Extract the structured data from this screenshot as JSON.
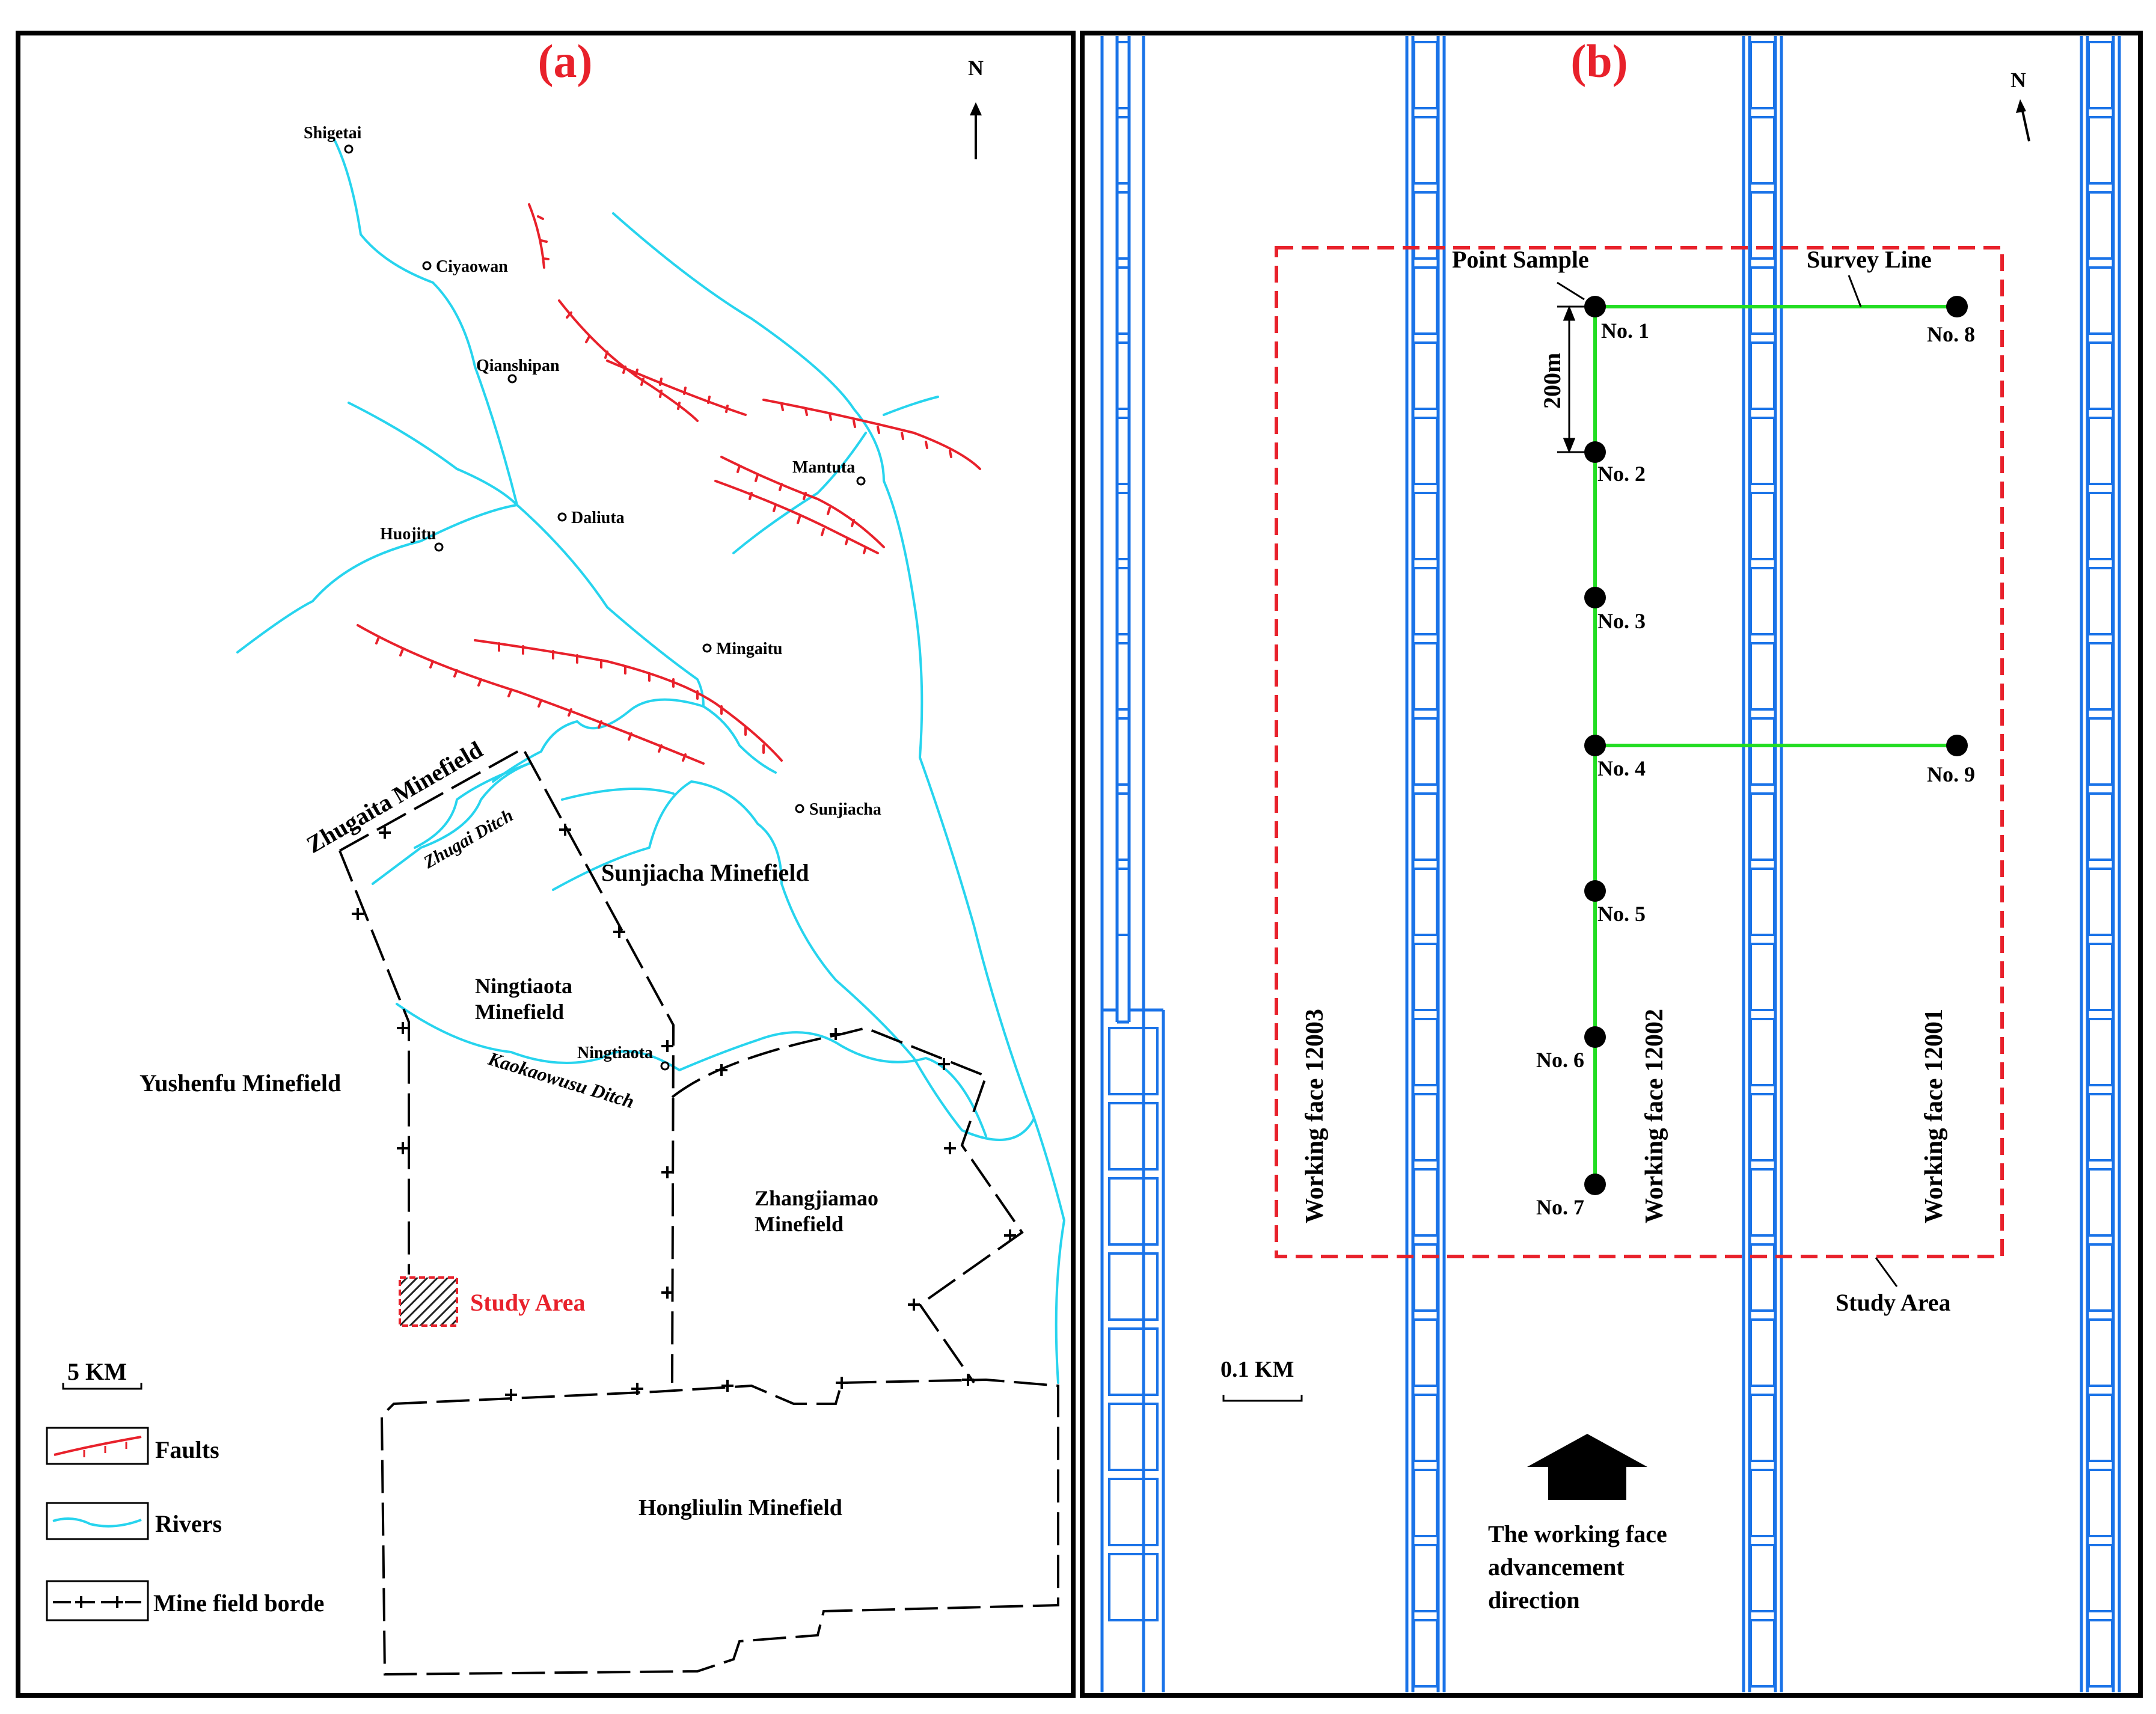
{
  "colors": {
    "fault": "#e8212b",
    "river": "#27d4ee",
    "border": "#000000",
    "study_area": "#e8212b",
    "roadway": "#1a73e8",
    "survey_line": "#22dd22"
  },
  "panel_a": {
    "title": "(a)",
    "north": "N",
    "places": [
      "Shigetai",
      "Ciyaowan",
      "Qianshipan",
      "Daliuta",
      "Huojitu",
      "Mantuta",
      "Mingaitu",
      "Sunjiacha",
      "Ningtiaota"
    ],
    "minefields": {
      "zhugaita": "Zhugaita Minefield",
      "sunjiacha": "Sunjiacha Minefield",
      "ningtiaota_1": "Ningtiaota",
      "ningtiaota_2": "Minefield",
      "yushenfu": "Yushenfu Minefield",
      "zhangjiamao_1": "Zhangjiamao",
      "zhangjiamao_2": "Minefield",
      "hongliulin": "Hongliulin Minefield"
    },
    "ditches": {
      "zhugai": "Zhugai Ditch",
      "kaokaowusu": "Kaokaowusu Ditch"
    },
    "study_area": "Study Area",
    "scale": "5 KM",
    "legend": {
      "faults": "Faults",
      "rivers": "Rivers",
      "border": "Mine field borde"
    }
  },
  "panel_b": {
    "title": "(b)",
    "north": "N",
    "point_sample": "Point Sample",
    "survey_line": "Survey Line",
    "spacing": "200m",
    "points": [
      "No. 1",
      "No. 2",
      "No. 3",
      "No. 4",
      "No. 5",
      "No. 6",
      "No. 7",
      "No. 8",
      "No. 9"
    ],
    "working_faces": [
      "Working face 12003",
      "Working face 12002",
      "Working face 12001"
    ],
    "study_area": "Study Area",
    "scale": "0.1 KM",
    "advance_1": "The working face",
    "advance_2": "advancement",
    "advance_3": "direction"
  }
}
